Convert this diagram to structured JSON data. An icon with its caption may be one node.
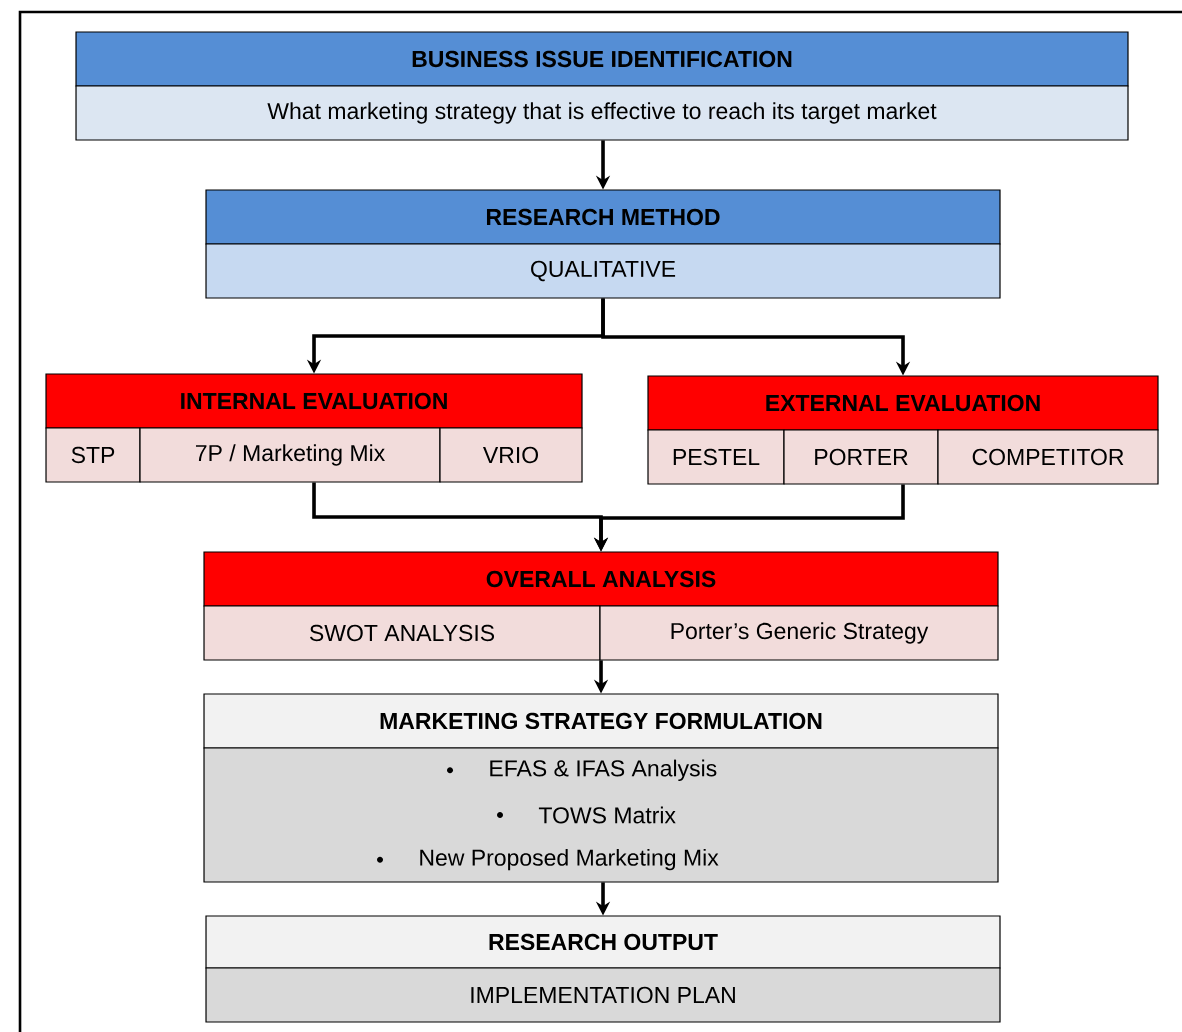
{
  "diagram": {
    "nodes": [
      {
        "text": [
          "BUSINESS ISSUE IDENTIFICATION",
          "What marketing strategy that is effective to reach its target market"
        ]
      },
      {
        "text": [
          "RESEARCH METHOD",
          "QUALITATIVE"
        ]
      },
      {
        "text": [
          "INTERNAL EVALUATION",
          "STP",
          "7P / Marketing Mix",
          "VRIO"
        ]
      },
      {
        "text": [
          "EXTERNAL EVALUATION",
          "PESTEL",
          "PORTER",
          "COMPETITOR"
        ]
      },
      {
        "text": [
          "OVERALL ANALYSIS",
          "SWOT ANALYSIS",
          "Porter’s Generic Strategy"
        ]
      },
      {
        "text": [
          "MARKETING STRATEGY FORMULATION",
          "EFAS & IFAS Analysis",
          "TOWS Matrix",
          "New Proposed Marketing Mix"
        ]
      },
      {
        "text": [
          "RESEARCH OUTPUT",
          "IMPLEMENTATION PLAN"
        ]
      }
    ],
    "edges": [
      {
        "from": 0,
        "to": 1,
        "arrow": "to"
      },
      {
        "from": 1,
        "to": 2,
        "arrow": "to"
      },
      {
        "from": 1,
        "to": 3,
        "arrow": "to"
      },
      {
        "from": 2,
        "to": 4,
        "arrow": "to"
      },
      {
        "from": 3,
        "to": 4,
        "arrow": "to"
      },
      {
        "from": 4,
        "to": 5,
        "arrow": "to"
      },
      {
        "from": 5,
        "to": 6,
        "arrow": "to"
      }
    ]
  }
}
